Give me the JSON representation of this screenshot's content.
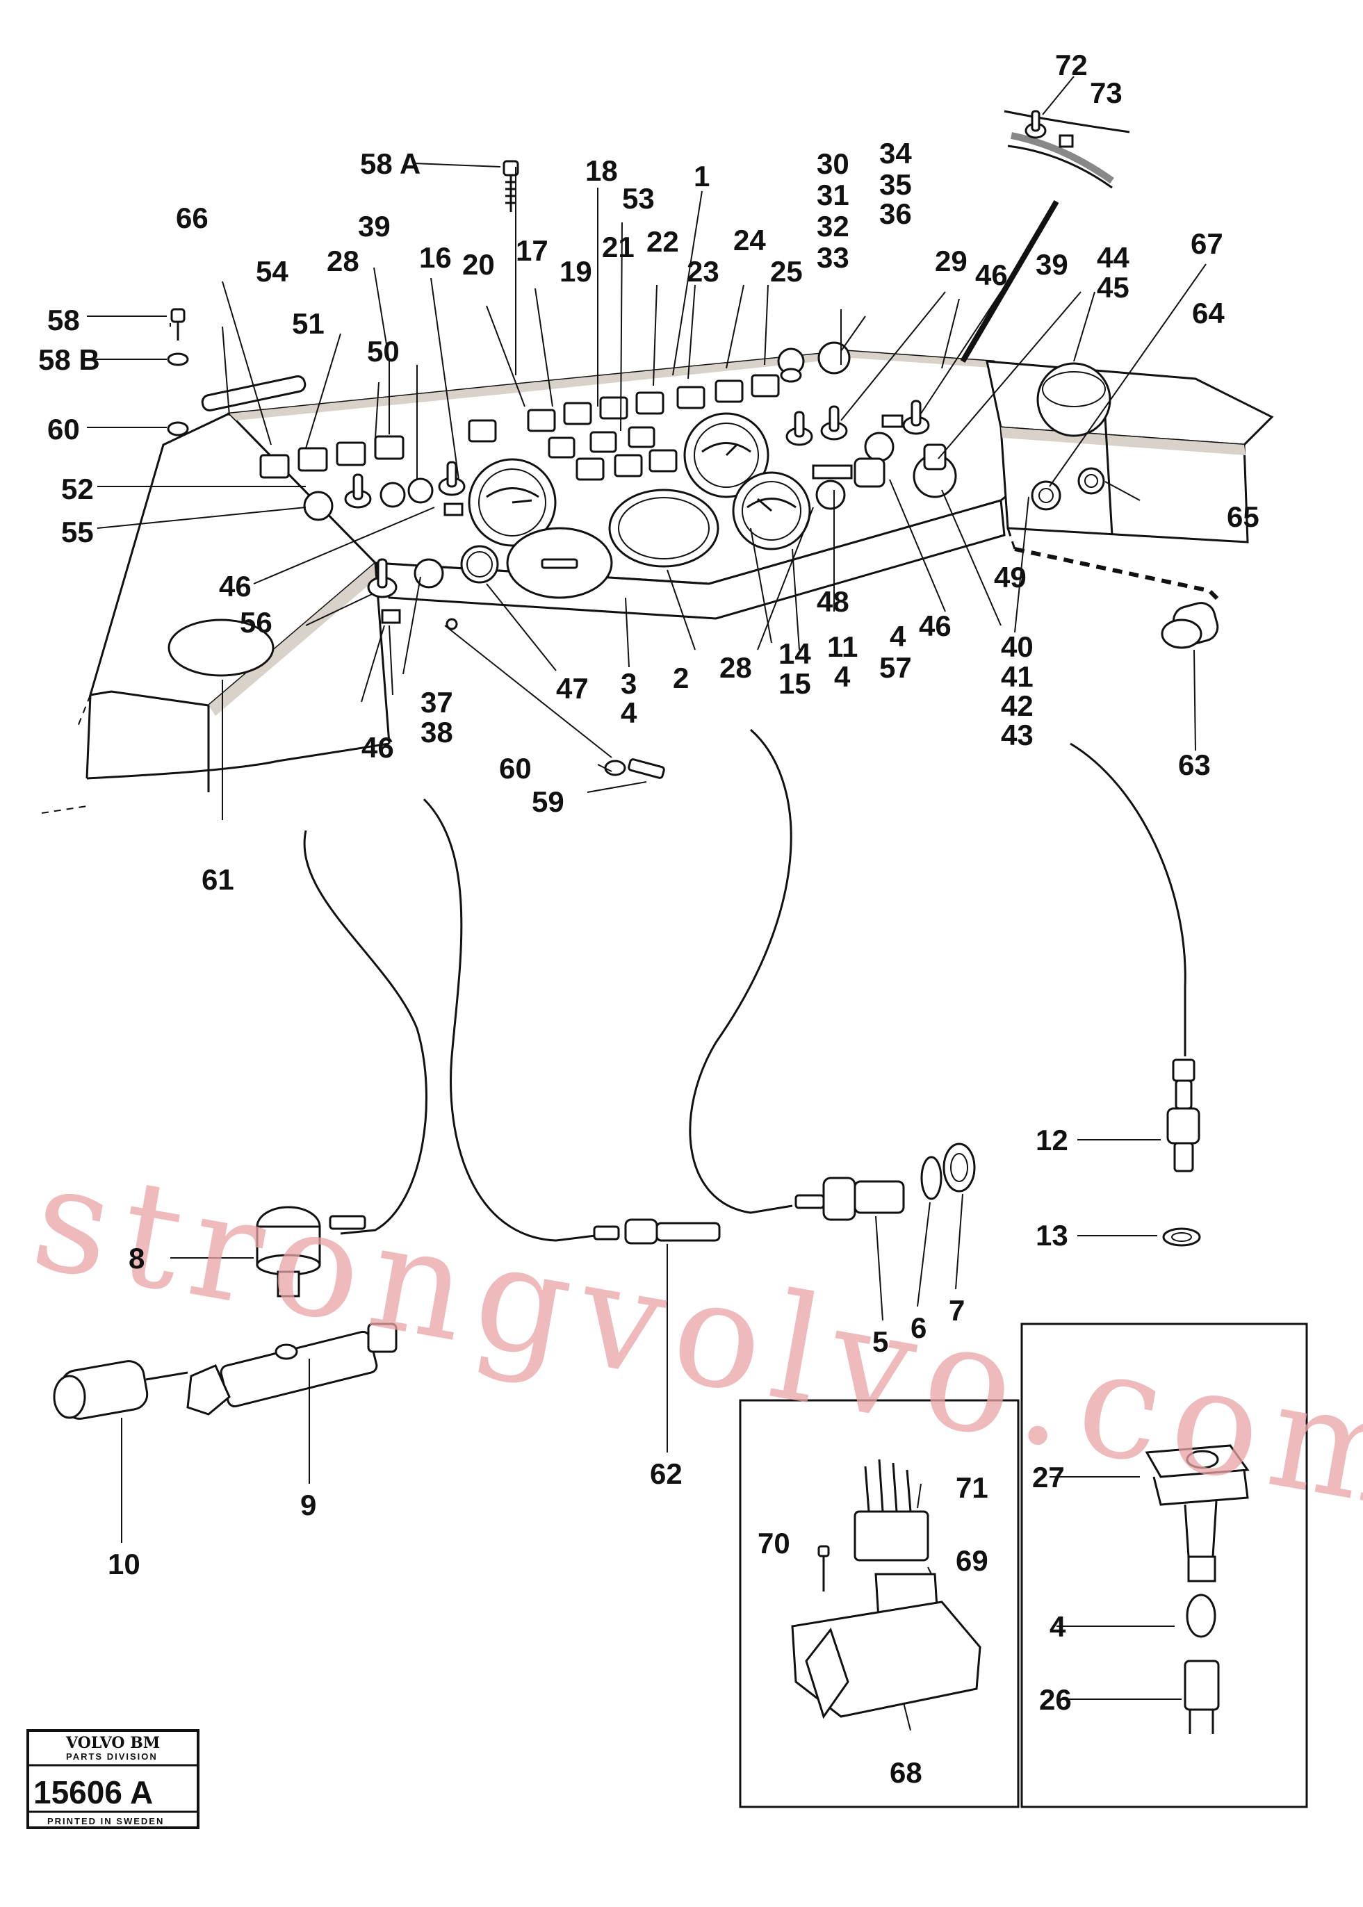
{
  "diagram": {
    "labels": {
      "l72": "72",
      "l73": "73",
      "l58a": "58 A",
      "l18": "18",
      "l1": "1",
      "l53": "53",
      "l30": "30",
      "l31": "31",
      "l32": "32",
      "l33": "33",
      "l34": "34",
      "l35": "35",
      "l36": "36",
      "l66": "66",
      "l39a": "39",
      "l16": "16",
      "l20": "20",
      "l17": "17",
      "l19": "19",
      "l21": "21",
      "l22": "22",
      "l23": "23",
      "l24": "24",
      "l25": "25",
      "l29": "29",
      "l46a": "46",
      "l39b": "39",
      "l44": "44",
      "l45": "45",
      "l67": "67",
      "l64": "64",
      "l54": "54",
      "l28a": "28",
      "l51": "51",
      "l50": "50",
      "l58": "58",
      "l58b": "58 B",
      "l60a": "60",
      "l52": "52",
      "l55": "55",
      "l65": "65",
      "l49": "49",
      "l46b": "46",
      "l56": "56",
      "l48": "48",
      "l46c": "46",
      "l37": "37",
      "l38": "38",
      "l46d": "46",
      "l47": "47",
      "l3": "3",
      "l4a": "4",
      "l2": "2",
      "l28b": "28",
      "l14": "14",
      "l15": "15",
      "l11": "11",
      "l4b": "4",
      "l4c": "4",
      "l57": "57",
      "l40": "40",
      "l41": "41",
      "l42": "42",
      "l43": "43",
      "l60b": "60",
      "l59": "59",
      "l63": "63",
      "l61": "61",
      "l12": "12",
      "l13": "13",
      "l8": "8",
      "l9": "9",
      "l10": "10",
      "l5": "5",
      "l6": "6",
      "l7": "7",
      "l62": "62",
      "l27": "27",
      "l71": "71",
      "l70": "70",
      "l69": "69",
      "l4d": "4",
      "l26": "26",
      "l68": "68"
    },
    "watermark": "strongvolvo.com"
  },
  "stamp": {
    "brand": "VOLVO BM",
    "division": "PARTS DIVISION",
    "number": "15606 A",
    "printed": "PRINTED IN SWEDEN"
  }
}
